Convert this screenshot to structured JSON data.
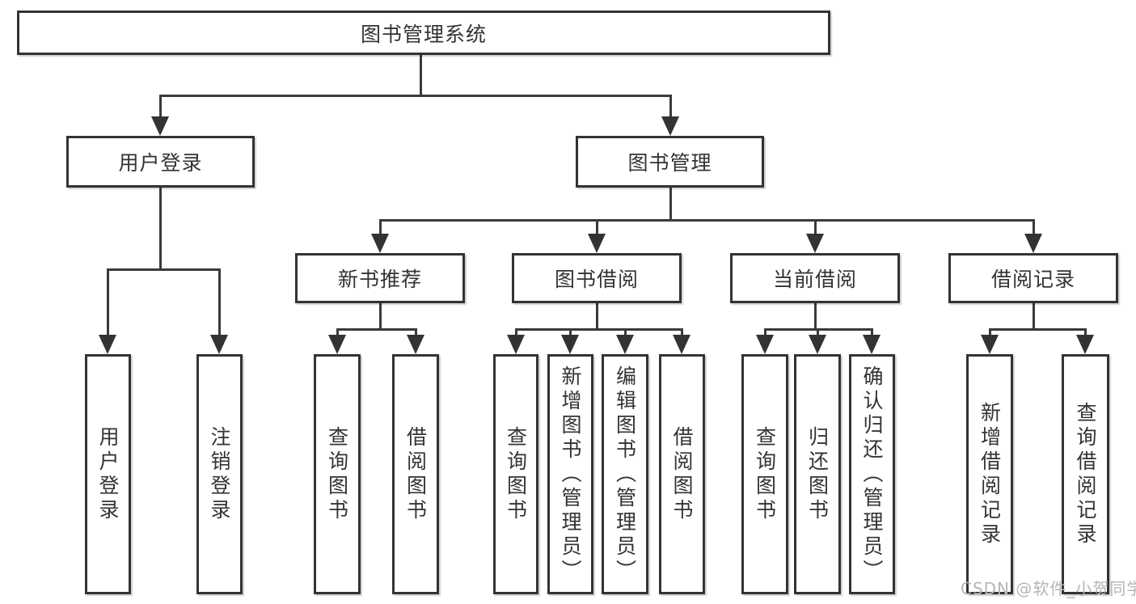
{
  "colors": {
    "line": "#333333",
    "box_border": "#333333",
    "box_background": "#ffffff",
    "text": "#333333",
    "watermark": "#b5b5b5",
    "background": "#ffffff"
  },
  "nodes": {
    "root": "图书管理系统",
    "user_login": "用户登录",
    "book_mgmt": "图书管理",
    "leaf_user_login": "用户登录",
    "leaf_logout": "注销登录",
    "new_books": "新书推荐",
    "book_borrow": "图书借阅",
    "current_borrow": "当前借阅",
    "borrow_records": "借阅记录",
    "nb_query": "查询图书",
    "nb_borrow": "借阅图书",
    "bb_query": "查询图书",
    "bb_add": "新增图书（管理员）",
    "bb_edit": "编辑图书（管理员）",
    "bb_borrow": "借阅图书",
    "cb_query": "查询图书",
    "cb_return": "归还图书",
    "cb_confirm": "确认归还（管理员）",
    "br_add": "新增借阅记录",
    "br_query": "查询借阅记录"
  },
  "watermark": {
    "text": "CSDN @软件_小贺同学"
  }
}
